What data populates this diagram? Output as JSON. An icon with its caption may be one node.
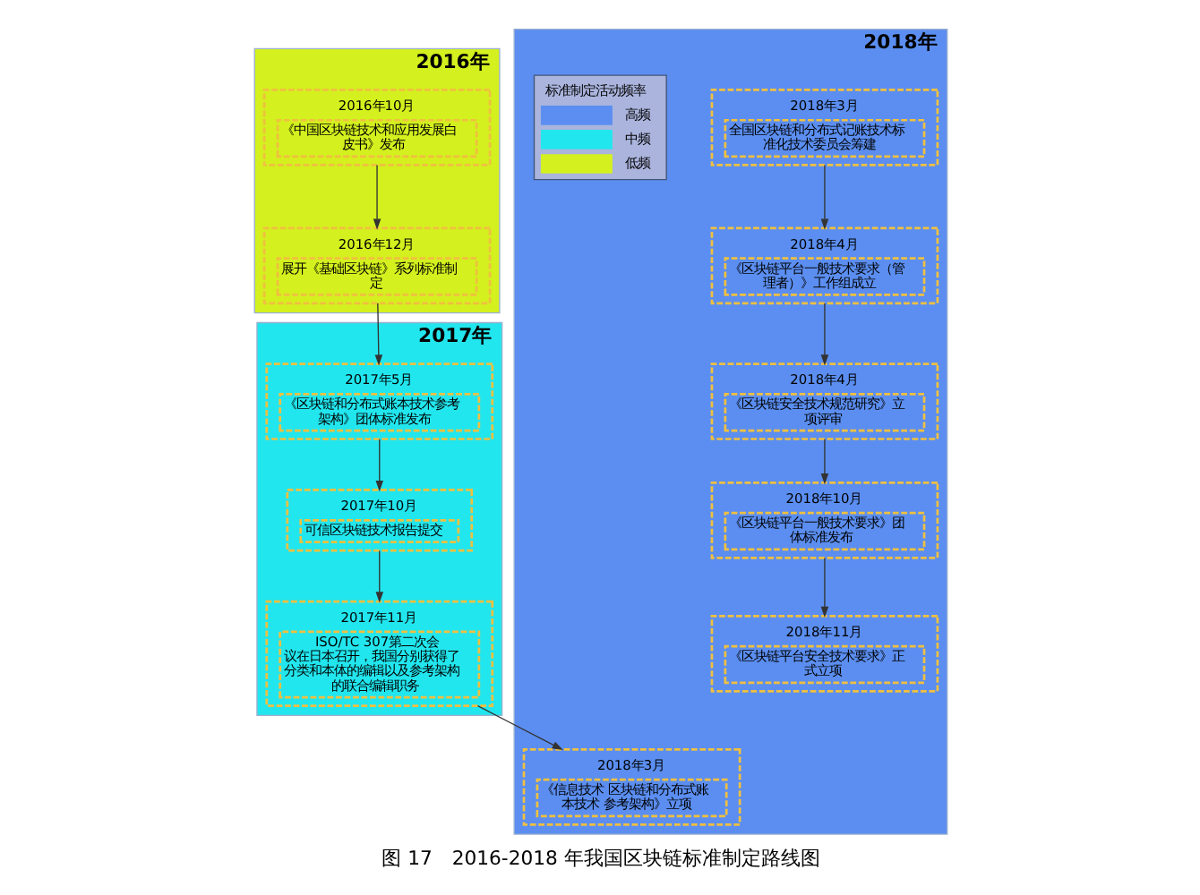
{
  "diagram": {
    "caption": "图 17　2016-2018 年我国区块链标准制定路线图",
    "nodes": [
      {
        "text": [
          "2016年"
        ]
      },
      {
        "text": [
          "2016年10月",
          "《中国区块链技术和应用发展白皮书》发布"
        ],
        "in": 0
      },
      {
        "text": [
          "2016年12月",
          "展开《基础区块链》系列标准制定"
        ],
        "in": 0
      },
      {
        "text": [
          "2017年"
        ]
      },
      {
        "text": [
          "2017年5月",
          "《区块链和分布式账本技术参考架构》团体标准发布"
        ],
        "in": 3
      },
      {
        "text": [
          "2017年10月",
          "可信区块链技术报告提交"
        ],
        "in": 3
      },
      {
        "text": [
          "2017年11月",
          "ISO/TC 307第二次会议在日本召开，我国分别获得了分类和本体的编辑以及参考架构的联合编辑职务"
        ],
        "in": 3
      },
      {
        "text": [
          "2018年"
        ]
      },
      {
        "text": [
          "2018年3月",
          "《信息技术 区块链和分布式账本技术 参考架构》立项"
        ],
        "in": 7
      },
      {
        "text": [
          "2018年11月",
          "《区块链平台安全技术要求》正式立项"
        ],
        "in": 7
      },
      {
        "text": [
          "2018年4月",
          "《区块链安全技术规范研究》立项评审"
        ],
        "in": 7
      },
      {
        "text": [
          "2018年3月",
          "全国区块链和分布式记账技术标准化技术委员会筹建"
        ],
        "in": 7
      },
      {
        "text": [
          "2018年10月",
          "《区块链平台一般技术要求》团体标准发布"
        ],
        "in": 7
      },
      {
        "text": [
          "2018年4月",
          "《区块链平台一般技术要求（管理者）》工作组成立"
        ],
        "in": 7
      }
    ],
    "edges": [
      {
        "from": 1,
        "to": 2,
        "arrow": "to"
      },
      {
        "from": 2,
        "to": 4,
        "arrow": "to"
      },
      {
        "from": 4,
        "to": 5,
        "arrow": "to"
      },
      {
        "from": 5,
        "to": 6,
        "arrow": "to"
      },
      {
        "from": 6,
        "to": 8,
        "arrow": "to"
      },
      {
        "from": 11,
        "to": 13,
        "arrow": "to"
      },
      {
        "from": 13,
        "to": 10,
        "arrow": "to"
      },
      {
        "from": 10,
        "to": 12,
        "arrow": "to"
      },
      {
        "from": 12,
        "to": 9,
        "arrow": "to"
      }
    ],
    "labels": [
      "标准制定活动频率"
    ],
    "legend": [
      {
        "text": "高频",
        "color": "#5b8ef0"
      },
      {
        "text": "中频",
        "color": "#22e6ee"
      },
      {
        "text": "低频",
        "color": "#d4f01e"
      }
    ]
  }
}
